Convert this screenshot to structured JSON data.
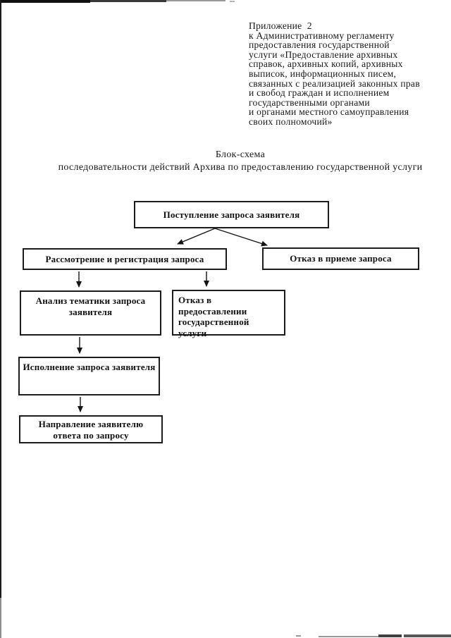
{
  "document": {
    "appendix_header": "Приложение  2\nк Административному регламенту\nпредоставления государственной\nуслуги «Предоставление архивных\nсправок, архивных копий, архивных\nвыписок, информационных писем,\nсвязанных с реализацией законных прав\nи свобод граждан и исполнением\nгосударственными органами\nи органами местного самоуправления\nсвоих полномочий»",
    "title_line1": "Блок-схема",
    "title_line2": "последовательности действий Архива по предоставлению государственной услуги"
  },
  "flowchart": {
    "nodes": {
      "receipt": {
        "lines": [
          "Поступление запроса заявителя"
        ]
      },
      "review": {
        "lines": [
          "Рассмотрение и регистрация запроса"
        ]
      },
      "refuse_accept": {
        "lines": [
          "Отказ в приеме запроса"
        ]
      },
      "analysis": {
        "lines": [
          "Анализ тематики запроса",
          "заявителя"
        ]
      },
      "refuse_service": {
        "lines": [
          "Отказ в предоставлении",
          "государственной услуги"
        ]
      },
      "execution": {
        "lines": [
          "Исполнение запроса заявителя"
        ]
      },
      "response": {
        "lines": [
          "Направление заявителю",
          "ответа по запросу"
        ]
      }
    },
    "edges": [
      {
        "from": "receipt",
        "to": "review"
      },
      {
        "from": "receipt",
        "to": "refuse_accept"
      },
      {
        "from": "review",
        "to": "analysis"
      },
      {
        "from": "review",
        "to": "refuse_service"
      },
      {
        "from": "analysis",
        "to": "execution"
      },
      {
        "from": "execution",
        "to": "response"
      }
    ],
    "colors": {
      "line": "#141414",
      "box_border": "#1c1c1c",
      "background": "#ffffff"
    }
  }
}
